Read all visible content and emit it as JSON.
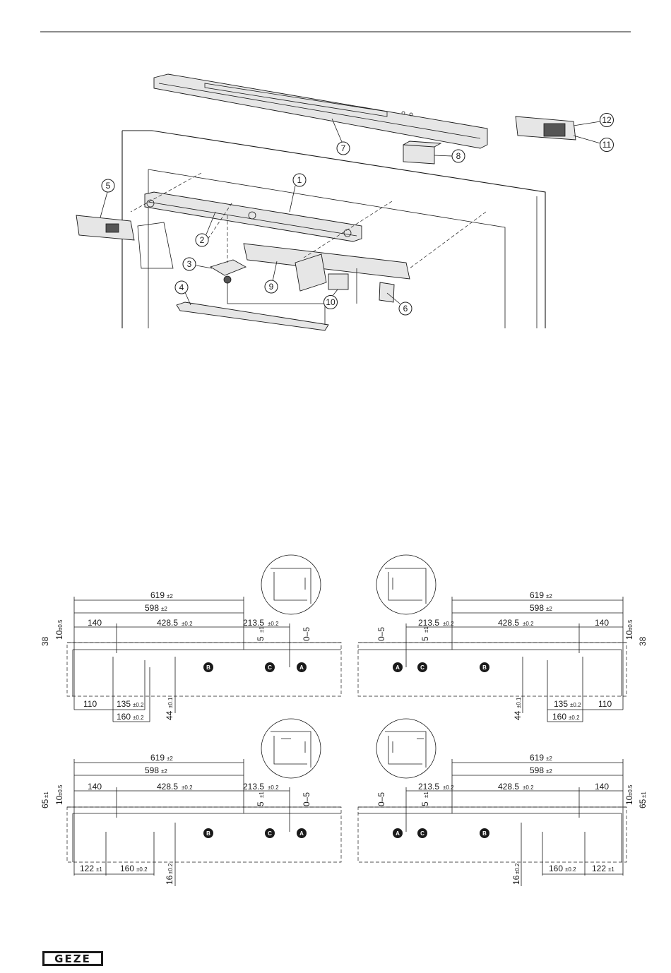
{
  "brand": {
    "logo_text": "GEZE"
  },
  "exploded_view": {
    "callouts": [
      "1",
      "2",
      "3",
      "4",
      "5",
      "6",
      "7",
      "8",
      "9",
      "10",
      "11",
      "12"
    ]
  },
  "mounting_diagrams": [
    {
      "overall": "619",
      "overall_tol": "±2",
      "length": "598",
      "length_tol": "±2",
      "d140": "140",
      "d428": "428.5",
      "d428_tol": "±0.2",
      "d213": "213.5",
      "d213_tol": "±0.2",
      "d5": "5",
      "d5_tol": "±1",
      "d05": "0–5",
      "d10": "10",
      "d10_tol": "±0.5",
      "height": "38",
      "height_tol": "",
      "low_a": "110",
      "low_a_tol": "",
      "low_b": "135",
      "low_b_tol": "±0.2",
      "low_c": "160",
      "low_c_tol": "±0.2",
      "vert": "44",
      "vert_tol": "±0.1",
      "labels": [
        "B",
        "C",
        "A"
      ]
    },
    {
      "overall": "619",
      "overall_tol": "±2",
      "length": "598",
      "length_tol": "±2",
      "d140": "140",
      "d428": "428.5",
      "d428_tol": "±0.2",
      "d213": "213.5",
      "d213_tol": "±0.2",
      "d5": "5",
      "d5_tol": "±1",
      "d05": "0–5",
      "d10": "10",
      "d10_tol": "±0.5",
      "height": "38",
      "height_tol": "",
      "low_a": "110",
      "low_a_tol": "",
      "low_b": "135",
      "low_b_tol": "±0.2",
      "low_c": "160",
      "low_c_tol": "±0.2",
      "vert": "44",
      "vert_tol": "±0.1",
      "labels": [
        "A",
        "C",
        "B"
      ]
    },
    {
      "overall": "619",
      "overall_tol": "±2",
      "length": "598",
      "length_tol": "±2",
      "d140": "140",
      "d428": "428.5",
      "d428_tol": "±0.2",
      "d213": "213.5",
      "d213_tol": "±0.2",
      "d5": "5",
      "d5_tol": "±1",
      "d05": "0–5",
      "d10": "10",
      "d10_tol": "±0.5",
      "height": "65",
      "height_tol": "±1",
      "low_a": "122",
      "low_a_tol": "±1",
      "low_c": "160",
      "low_c_tol": "±0.2",
      "vert": "16",
      "vert_tol": "±0.2",
      "labels": [
        "B",
        "C",
        "A"
      ]
    },
    {
      "overall": "619",
      "overall_tol": "±2",
      "length": "598",
      "length_tol": "±2",
      "d140": "140",
      "d428": "428.5",
      "d428_tol": "±0.2",
      "d213": "213.5",
      "d213_tol": "±0.2",
      "d5": "5",
      "d5_tol": "±1",
      "d05": "0–5",
      "d10": "10",
      "d10_tol": "±0.5",
      "height": "65",
      "height_tol": "±1",
      "low_a": "122",
      "low_a_tol": "±1",
      "low_c": "160",
      "low_c_tol": "±0.2",
      "vert": "16",
      "vert_tol": "±0.2",
      "labels": [
        "A",
        "C",
        "B"
      ]
    }
  ]
}
